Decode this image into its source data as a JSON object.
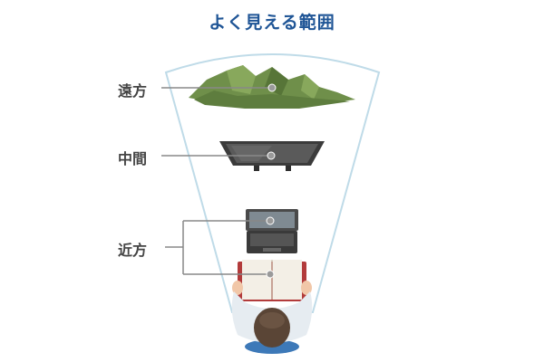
{
  "title": "よく見える範囲",
  "labels": {
    "far": "遠方",
    "middle": "中間",
    "near": "近方"
  },
  "colors": {
    "title": "#1f5596",
    "label": "#444444",
    "leader": "#888888",
    "cone_stroke": "#bfdbe8",
    "mountain": "#6f8f4a",
    "monitor": "#3b3b3b",
    "laptop": "#4a4a4a",
    "book": "#b23b3b",
    "shirt": "#e6ecf1",
    "hair": "#5a4536",
    "cushion": "#3d79b8"
  },
  "icons": {
    "far": "mountain-icon",
    "middle": "monitor-icon",
    "near_top": "laptop-icon",
    "near_bottom": "book-icon",
    "viewer": "person-top-view-icon"
  }
}
